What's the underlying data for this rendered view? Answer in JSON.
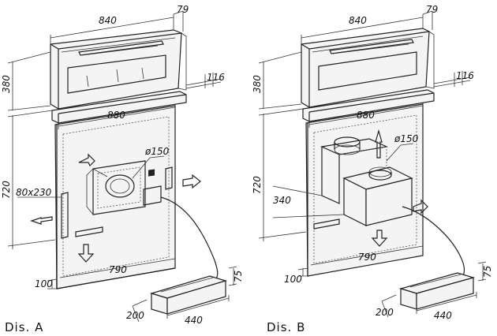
{
  "diagram_a": {
    "caption": "Dis. A",
    "dims": {
      "width_top": "840",
      "depth_top": "79",
      "height_top": "380",
      "side_116": "116",
      "width_mid": "880",
      "height_main": "720",
      "duct": "ø150",
      "outlet": "80x230",
      "width_bottom": "790",
      "base_100": "100",
      "box_75": "75",
      "box_200": "200",
      "box_440": "440"
    }
  },
  "diagram_b": {
    "caption": "Dis. B",
    "dims": {
      "width_top": "840",
      "depth_top": "79",
      "height_top": "380",
      "side_116": "116",
      "width_mid": "880",
      "height_main": "720",
      "duct": "ø150",
      "motor_340": "340",
      "width_bottom": "790",
      "base_100": "100",
      "box_75": "75",
      "box_200": "200",
      "box_440": "440"
    }
  }
}
